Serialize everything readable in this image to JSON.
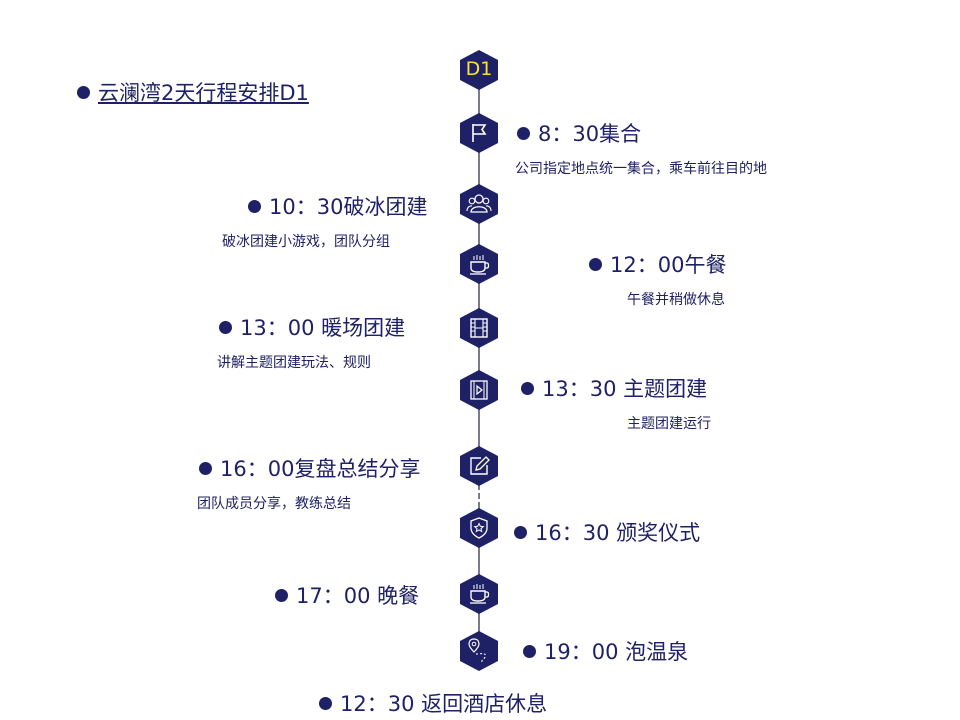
{
  "header": {
    "title": "云澜湾2天行程安排D1"
  },
  "day_badge": "D1",
  "colors": {
    "primary": "#1f2166",
    "badge_text": "#ffe033",
    "line": "#7a7a8a"
  },
  "items": [
    {
      "title": "8：30集合",
      "desc": "公司指定地点统一集合，乘车前往目的地",
      "icon": "flag-icon"
    },
    {
      "title": "10：30破冰团建",
      "desc": "破冰团建小游戏，团队分组",
      "icon": "group-icon"
    },
    {
      "title": "12：00午餐",
      "desc": "午餐并稍做休息",
      "icon": "coffee-cup-icon"
    },
    {
      "title": "13：00 暖场团建",
      "desc": "讲解主题团建玩法、规则",
      "icon": "film-icon"
    },
    {
      "title": "13：30 主题团建",
      "desc": "主题团建运行",
      "icon": "play-video-icon"
    },
    {
      "title": "16：00复盘总结分享",
      "desc": "团队成员分享，教练总结",
      "icon": "edit-icon"
    },
    {
      "title": "16：30 颁奖仪式",
      "desc": "",
      "icon": "award-badge-icon"
    },
    {
      "title": "17：00 晚餐",
      "desc": "",
      "icon": "coffee-cup-icon"
    },
    {
      "title": "19：00 泡温泉",
      "desc": "",
      "icon": "map-route-icon"
    },
    {
      "title": "12：30 返回酒店休息",
      "desc": "",
      "icon": ""
    }
  ]
}
